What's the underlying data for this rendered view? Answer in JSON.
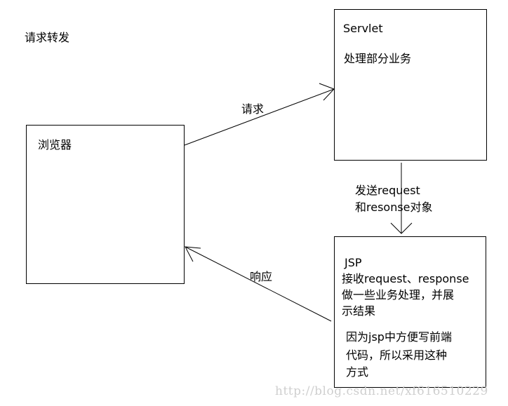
{
  "title": "请求转发",
  "browser": {
    "label": "浏览器"
  },
  "servlet": {
    "title": "Servlet",
    "desc": "处理部分业务"
  },
  "jsp": {
    "title": "JSP",
    "line1": "接收request、response",
    "line2": "做一些业务处理，并展",
    "line3": "示结果",
    "note1": "因为jsp中方便写前端",
    "note2": "代码，所以采用这种",
    "note3": "方式"
  },
  "edges": {
    "request_label": "请求",
    "forward_label1": "发送request",
    "forward_label2": "和resonse对象",
    "response_label": "响应"
  },
  "watermark": "http://blog.csdn.net/xf616510229"
}
